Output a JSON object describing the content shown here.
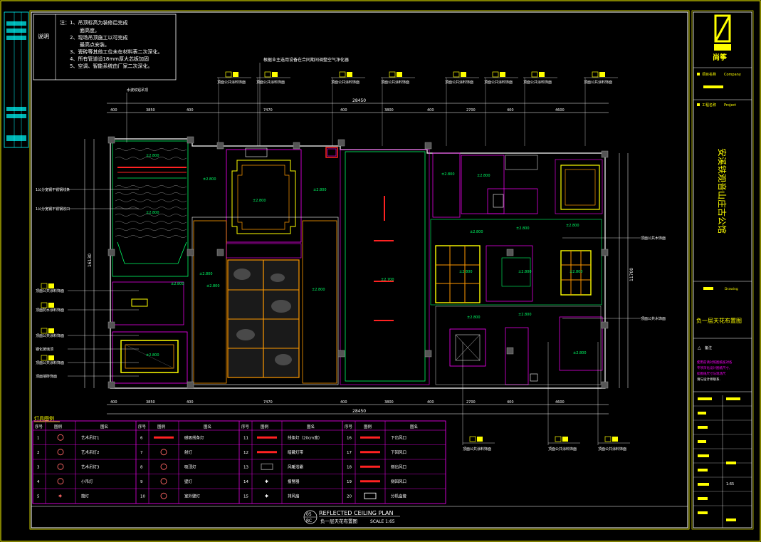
{
  "notes": {
    "heading": "说明",
    "lines": [
      "注：1、吊顶标高为装修后完成",
      "面高度。",
      "2、现场吊顶施工以可完成",
      "最高点安装。",
      "3、瓷砖等其他工位未在材料表二次深化。",
      "4、所有管道设18mm厚大芯板加固",
      "5、空调、智能系统由厂家二次深化。"
    ]
  },
  "plan": {
    "top_callout": "根据业主选用设备在合同期间调整空气净化器",
    "callout_tag": "顶面公共涂料饰面",
    "left_tags": [
      "水波纹铝吊顶",
      "1公分宽钢不锈钢线条",
      "1公分宽钢不锈钢收口",
      "顶面公共涂料饰面",
      "顶面防水涂料饰面",
      "顶面公共涂料饰面",
      "钢化玻璃顶",
      "顶面公共涂料饰面",
      "顶面墙砖饰面"
    ],
    "right_tags": [
      "顶面公共木饰面",
      "顶面公共木饰面"
    ],
    "bottom_tags": [
      "顶面公共涂料饰面",
      "顶面公共涂料饰面",
      "顶面公共涂料饰面"
    ],
    "dims_top": [
      "400",
      "3850",
      "400",
      "7470",
      "400",
      "3800",
      "400",
      "2700",
      "400",
      "4600"
    ],
    "dims_bottom": [
      "400",
      "3850",
      "400",
      "7470",
      "400",
      "3800",
      "400",
      "2700",
      "400",
      "4600"
    ],
    "dim_total": "28450",
    "dim_right": "11700",
    "dim_left": "16130"
  },
  "legend": {
    "title": "灯具图例",
    "headers": [
      "序号",
      "图例",
      "图名"
    ],
    "items": [
      {
        "n": "1",
        "name": "艺术吊灯1"
      },
      {
        "n": "2",
        "name": "艺术吊灯2"
      },
      {
        "n": "3",
        "name": "艺术吊灯3"
      },
      {
        "n": "4",
        "name": "小吊灯"
      },
      {
        "n": "5",
        "name": "筒灯"
      },
      {
        "n": "6",
        "name": "磁吸线条灯"
      },
      {
        "n": "7",
        "name": "射灯"
      },
      {
        "n": "8",
        "name": "吸顶灯"
      },
      {
        "n": "9",
        "name": "壁灯"
      },
      {
        "n": "10",
        "name": "室外壁灯"
      },
      {
        "n": "11",
        "name": "线条灯（20cm宽）"
      },
      {
        "n": "12",
        "name": "暗藏灯带"
      },
      {
        "n": "13",
        "name": "风暖浴霸"
      },
      {
        "n": "14",
        "name": "报警器"
      },
      {
        "n": "15",
        "name": "排风扇"
      },
      {
        "n": "16",
        "name": "下出风口"
      },
      {
        "n": "17",
        "name": "下回风口"
      },
      {
        "n": "18",
        "name": "侧出风口"
      },
      {
        "n": "19",
        "name": "侧回风口"
      },
      {
        "n": "20",
        "name": "分机盒管"
      }
    ]
  },
  "titlebar": {
    "sheet_no": "05",
    "sheet_code": "RC",
    "en_title": "REFLECTED CEILING PLAN",
    "cn_title": "负一层天花布置图",
    "scale": "SCALE 1:65"
  },
  "sidebar": {
    "brand": "尚筝",
    "company_cn": "项目名称",
    "company_en": "Company",
    "project_cn": "工程名称",
    "project_en": "Project",
    "project_name": "安溪铁观音山庄古公馆",
    "drawing_label": "Drawing",
    "drawing_name": "负一层天花布置图",
    "remark_title": "备注",
    "remark_lines": [
      "使用前请对照图纸核对各",
      "专项深化设计图纸尺寸,",
      "如图纸尺寸与现场尺",
      "请与设计师联系."
    ],
    "scale_val": "1:65"
  },
  "colors": {
    "yellow": "#ffff00",
    "magenta": "#ff00ff",
    "green": "#00ff66",
    "orange": "#ff9900",
    "red": "#ff2222",
    "cyan": "#00ffff"
  }
}
